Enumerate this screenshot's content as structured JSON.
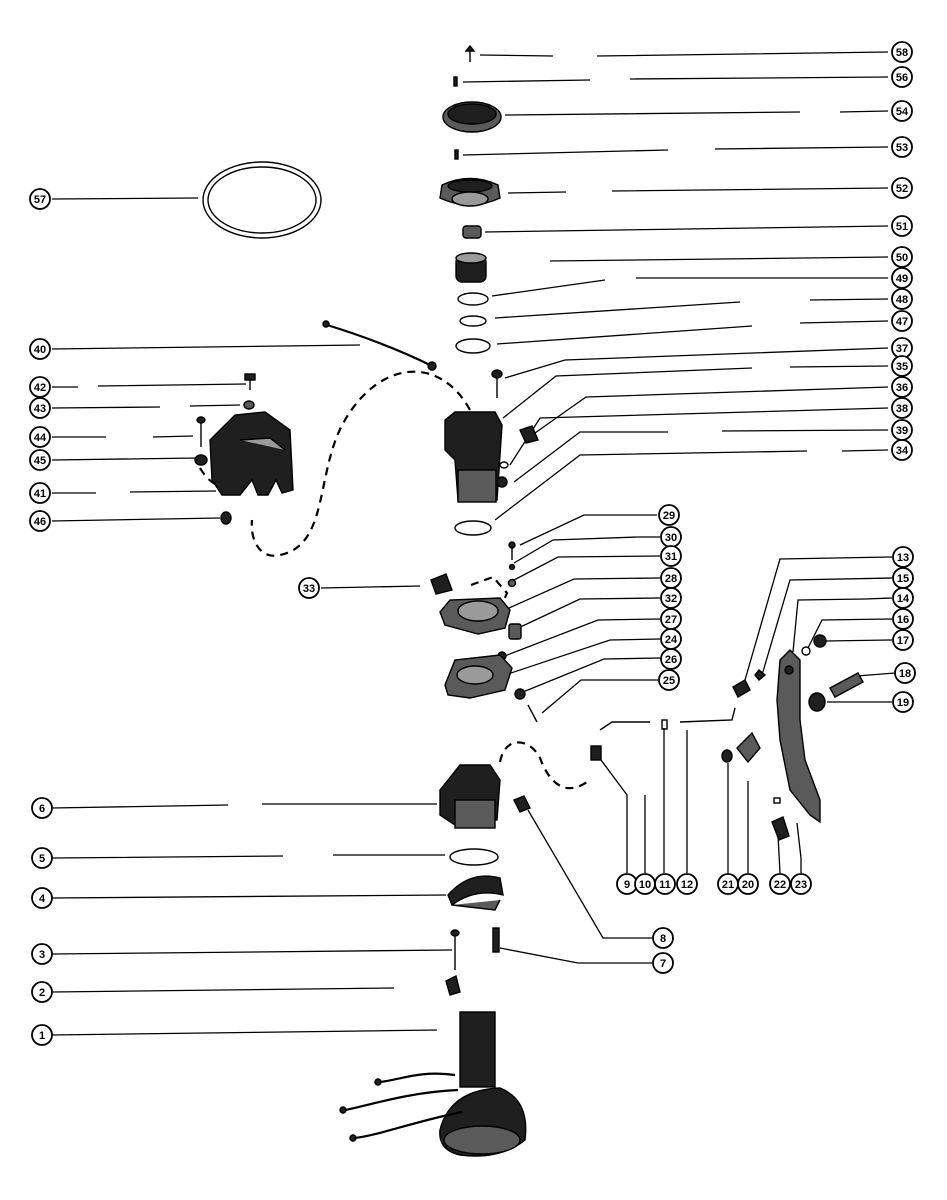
{
  "diagram": {
    "callouts": [
      {
        "id": "c58",
        "label": "58"
      },
      {
        "id": "c56",
        "label": "56"
      },
      {
        "id": "c54",
        "label": "54"
      },
      {
        "id": "c53",
        "label": "53"
      },
      {
        "id": "c52",
        "label": "52"
      },
      {
        "id": "c51",
        "label": "51"
      },
      {
        "id": "c50",
        "label": "50"
      },
      {
        "id": "c49",
        "label": "49"
      },
      {
        "id": "c48",
        "label": "48"
      },
      {
        "id": "c47",
        "label": "47"
      },
      {
        "id": "c37",
        "label": "37"
      },
      {
        "id": "c35",
        "label": "35"
      },
      {
        "id": "c36",
        "label": "36"
      },
      {
        "id": "c38",
        "label": "38"
      },
      {
        "id": "c39",
        "label": "39"
      },
      {
        "id": "c34",
        "label": "34"
      },
      {
        "id": "c57",
        "label": "57"
      },
      {
        "id": "c40",
        "label": "40"
      },
      {
        "id": "c42",
        "label": "42"
      },
      {
        "id": "c43",
        "label": "43"
      },
      {
        "id": "c44",
        "label": "44"
      },
      {
        "id": "c45",
        "label": "45"
      },
      {
        "id": "c41",
        "label": "41"
      },
      {
        "id": "c46",
        "label": "46"
      },
      {
        "id": "c29",
        "label": "29"
      },
      {
        "id": "c30",
        "label": "30"
      },
      {
        "id": "c31",
        "label": "31"
      },
      {
        "id": "c28",
        "label": "28"
      },
      {
        "id": "c32",
        "label": "32"
      },
      {
        "id": "c27",
        "label": "27"
      },
      {
        "id": "c24",
        "label": "24"
      },
      {
        "id": "c26",
        "label": "26"
      },
      {
        "id": "c25",
        "label": "25"
      },
      {
        "id": "c33",
        "label": "33"
      },
      {
        "id": "c13",
        "label": "13"
      },
      {
        "id": "c15",
        "label": "15"
      },
      {
        "id": "c14",
        "label": "14"
      },
      {
        "id": "c16",
        "label": "16"
      },
      {
        "id": "c17",
        "label": "17"
      },
      {
        "id": "c18",
        "label": "18"
      },
      {
        "id": "c19",
        "label": "19"
      },
      {
        "id": "c6",
        "label": "6"
      },
      {
        "id": "c5",
        "label": "5"
      },
      {
        "id": "c4",
        "label": "4"
      },
      {
        "id": "c3",
        "label": "3"
      },
      {
        "id": "c2",
        "label": "2"
      },
      {
        "id": "c1",
        "label": "1"
      },
      {
        "id": "c8",
        "label": "8"
      },
      {
        "id": "c7",
        "label": "7"
      },
      {
        "id": "c9",
        "label": "9"
      },
      {
        "id": "c10",
        "label": "10"
      },
      {
        "id": "c11",
        "label": "11"
      },
      {
        "id": "c12",
        "label": "12"
      },
      {
        "id": "c21",
        "label": "21"
      },
      {
        "id": "c20",
        "label": "20"
      },
      {
        "id": "c22",
        "label": "22"
      },
      {
        "id": "c23",
        "label": "23"
      }
    ]
  }
}
